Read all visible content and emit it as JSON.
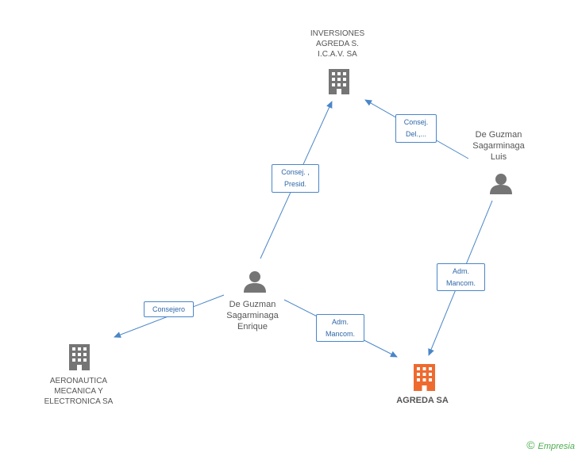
{
  "nodes": {
    "inversiones": {
      "label": [
        "INVERSIONES",
        "AGREDA S.",
        "I.C.A.V. SA"
      ]
    },
    "luis": {
      "label": [
        "De Guzman",
        "Sagarminaga",
        "Luis"
      ]
    },
    "enrique": {
      "label": [
        "De Guzman",
        "Sagarminaga",
        "Enrique"
      ]
    },
    "aeronautica": {
      "label": [
        "AERONAUTICA",
        "MECANICA Y",
        "ELECTRONICA SA"
      ]
    },
    "agreda": {
      "label": [
        "AGREDA SA"
      ]
    }
  },
  "edges": {
    "luis_inversiones": [
      "Consej.",
      "Del.,..."
    ],
    "enrique_inversiones": [
      "Consej. ,",
      "Presid."
    ],
    "luis_agreda": [
      "Adm.",
      "Mancom."
    ],
    "enrique_agreda": [
      "Adm.",
      "Mancom."
    ],
    "enrique_aeronautica": [
      "Consejero"
    ]
  },
  "colors": {
    "edge": "#4a86c8",
    "building": "#757575",
    "building_focus": "#ee6a2f",
    "person": "#757575"
  },
  "icons": {
    "company": "building-icon",
    "person": "person-icon"
  },
  "brand": {
    "copyright": "©",
    "name": "Empresia"
  }
}
